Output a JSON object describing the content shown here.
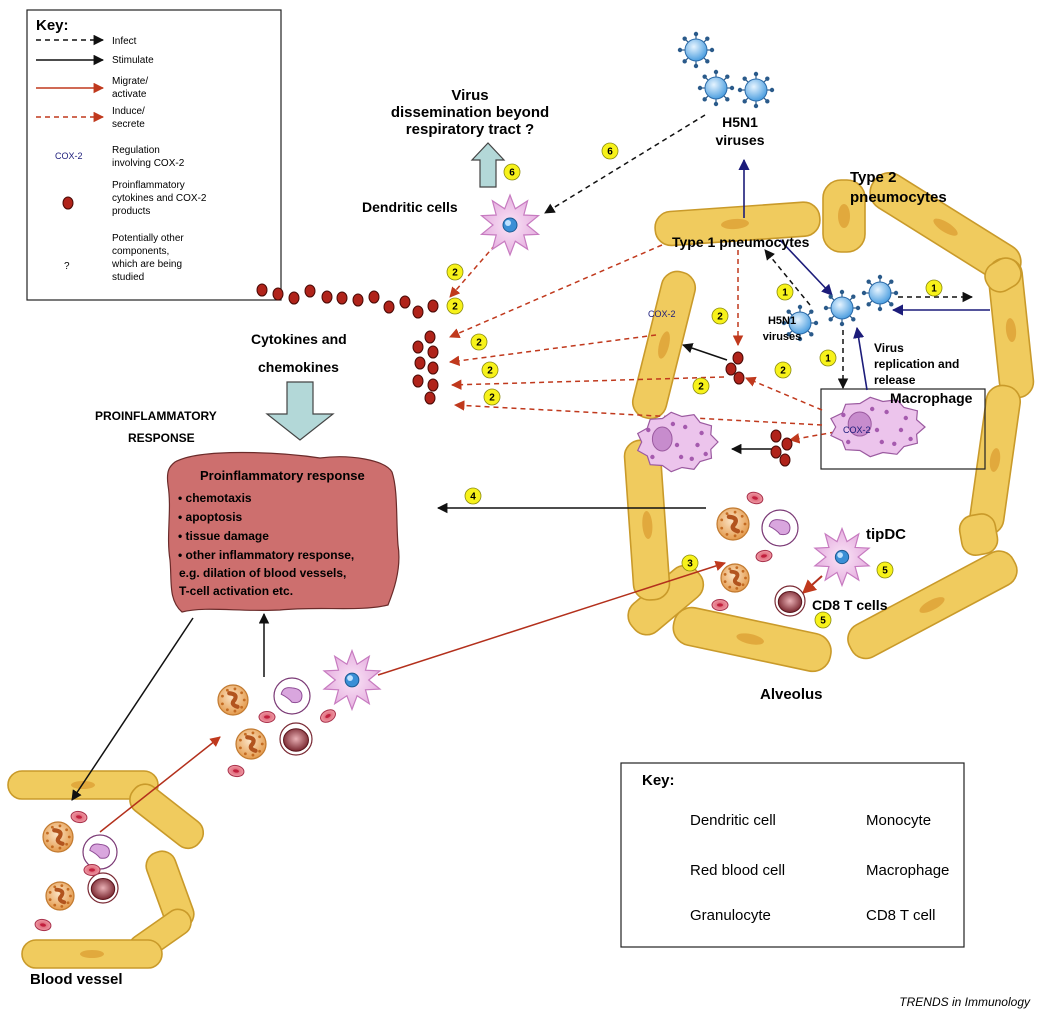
{
  "key_top": {
    "title": "Key:",
    "items": [
      {
        "label_lines": [
          "Infect"
        ],
        "arrow": "infect"
      },
      {
        "label_lines": [
          "Stimulate"
        ],
        "arrow": "stimulate"
      },
      {
        "label_lines": [
          "Migrate/",
          "activate"
        ],
        "arrow": "migrate"
      },
      {
        "label_lines": [
          "Induce/",
          "secrete"
        ],
        "arrow": "induce"
      },
      {
        "symbol_text": "COX-2",
        "label_lines": [
          "Regulation",
          "involving COX-2"
        ]
      },
      {
        "symbol": "red-dot",
        "label_lines": [
          "Proinflammatory",
          "cytokines and COX-2",
          "products"
        ]
      },
      {
        "symbol_text": "?",
        "label_lines": [
          "Potentially other",
          "components,",
          "which are being",
          "studied"
        ]
      }
    ]
  },
  "key_bottom": {
    "title": "Key:",
    "items": [
      {
        "label": "Dendritic cell",
        "icon": "dendritic-cell-icon"
      },
      {
        "label": "Monocyte",
        "icon": "monocyte-icon"
      },
      {
        "label": "Red blood cell",
        "icon": "red-blood-cell-icon"
      },
      {
        "label": "Macrophage",
        "icon": "macrophage-icon"
      },
      {
        "label": "Granulocyte",
        "icon": "granulocyte-icon"
      },
      {
        "label": "CD8 T cell",
        "icon": "cd8-t-cell-icon"
      }
    ]
  },
  "labels": {
    "virus_dissemination": [
      "Virus",
      "dissemination beyond",
      "respiratory tract ?"
    ],
    "h5n1_top": [
      "H5N1",
      "viruses"
    ],
    "h5n1_mid": [
      "H5N1",
      "viruses"
    ],
    "type2": [
      "Type 2",
      "pneumocytes"
    ],
    "type1": "Type 1 pneumocytes",
    "dendritic_cells": "Dendritic cells",
    "cytokines": [
      "Cytokines and",
      "chemokines"
    ],
    "proinflammatory_response_top": [
      "PROINFLAMMATORY",
      "RESPONSE"
    ],
    "virus_replication": [
      "Virus",
      "replication and",
      "release"
    ],
    "macrophage": "Macrophage",
    "cox2_a": "COX-2",
    "cox2_b": "COX-2",
    "tipdc": "tipDC",
    "cd8": "CD8 T cells",
    "alveolus": "Alveolus",
    "blood_vessel": "Blood vessel",
    "trends": "TRENDS in Immunology"
  },
  "response_box": {
    "title": "Proinflammatory response",
    "bullets": [
      "chemotaxis",
      "apoptosis",
      "tissue damage",
      "other inflammatory response,"
    ],
    "extra_lines": [
      "e.g. dilation of blood vessels,",
      "T-cell activation etc."
    ]
  },
  "steps": [
    "1",
    "1",
    "1",
    "2",
    "2",
    "2",
    "2",
    "2",
    "2",
    "2",
    "2",
    "3",
    "4",
    "5",
    "5",
    "6",
    "6"
  ],
  "colors": {
    "pneumocyte": "#f0cb5e",
    "pneumocyte_edge": "#c99a2a",
    "cytokine": "#b0231a",
    "step_badge": "#f7f21a",
    "induce_arrow": "#c0391d",
    "migrate_arrow": "#b3301c",
    "stimulate_arrow": "#111111",
    "virus_arrow": "#1c1c7a",
    "virus": "#6fb8ee",
    "response_box": "#cd6f6e",
    "big_arrow": "#b3d8d8",
    "dendritic": "#eec3ea"
  }
}
